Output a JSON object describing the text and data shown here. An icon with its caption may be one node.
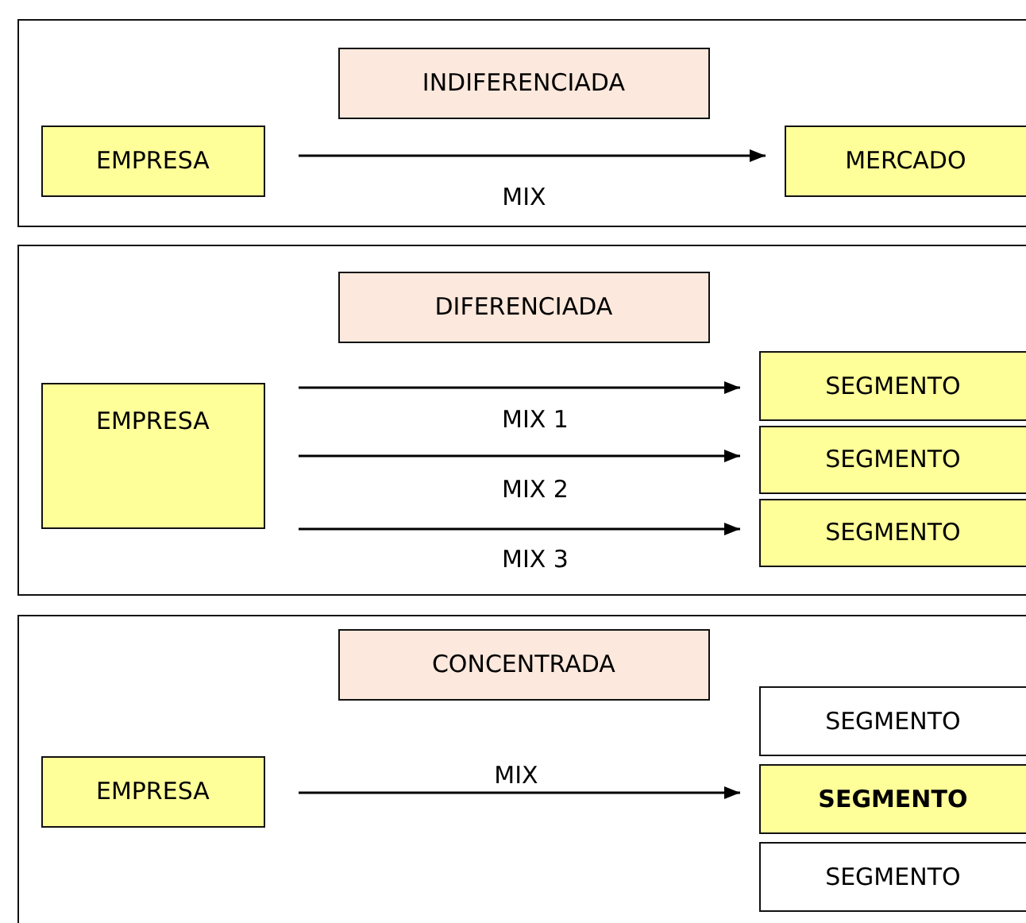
{
  "diagram": {
    "nodes": [
      {
        "text": [],
        "shape": "box"
      },
      {
        "text": [
          "INDIFERENCIADA"
        ],
        "in": 0
      },
      {
        "text": [
          "EMPRESA"
        ],
        "in": 0
      },
      {
        "text": [
          "MERCADO"
        ],
        "in": 0
      },
      {
        "text": [],
        "shape": "box"
      },
      {
        "text": [
          "DIFERENCIADA"
        ],
        "in": 4
      },
      {
        "text": [
          "EMPRESA"
        ],
        "in": 4
      },
      {
        "text": [
          "SEGMENTO"
        ],
        "in": 4
      },
      {
        "text": [
          "SEGMENTO"
        ],
        "in": 4
      },
      {
        "text": [
          "SEGMENTO"
        ],
        "in": 4
      },
      {
        "text": [],
        "shape": "box"
      },
      {
        "text": [
          "CONCENTRADA"
        ],
        "in": 10
      },
      {
        "text": [
          "EMPRESA"
        ],
        "in": 10
      },
      {
        "text": [
          "SEGMENTO"
        ],
        "in": 10
      },
      {
        "text": [
          "SEGMENTO"
        ],
        "in": 10
      },
      {
        "text": [
          "SEGMENTO"
        ],
        "in": 10
      }
    ],
    "edges": [
      {
        "from": 2,
        "to": 3,
        "arrow": "to",
        "label": "MIX"
      },
      {
        "from": 6,
        "to": 7,
        "arrow": "to",
        "label": "MIX 1"
      },
      {
        "from": 6,
        "to": 8,
        "arrow": "to",
        "label": "MIX 2"
      },
      {
        "from": 6,
        "to": 9,
        "arrow": "to",
        "label": "MIX 3"
      },
      {
        "from": 12,
        "to": 14,
        "arrow": "to",
        "label": "MIX"
      }
    ]
  }
}
